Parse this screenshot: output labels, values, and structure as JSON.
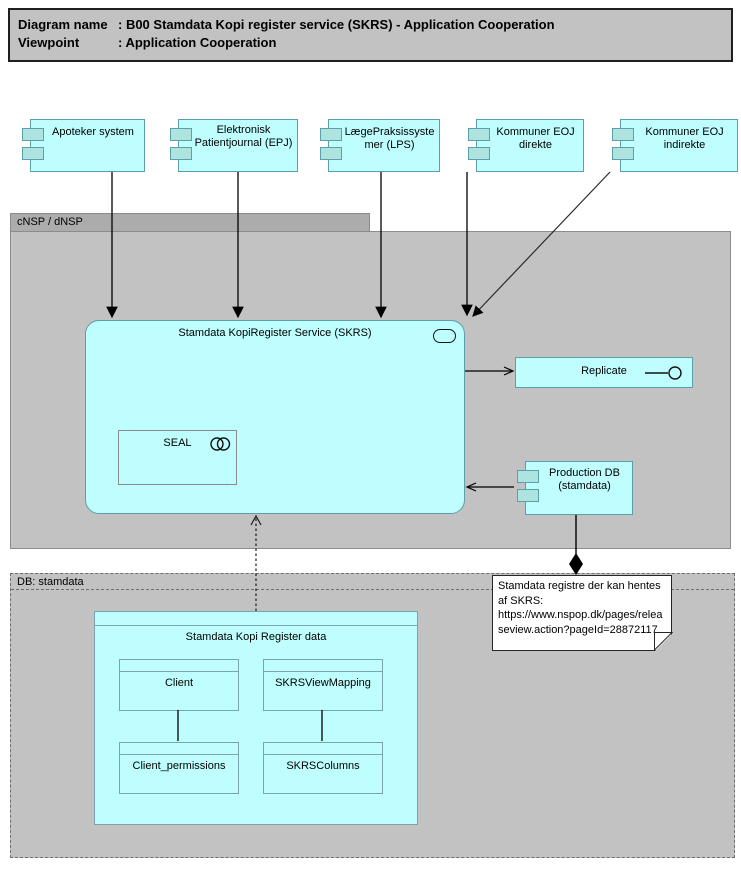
{
  "header": {
    "rows": [
      {
        "label": "Diagram name",
        "value": ": B00 Stamdata Kopi register service (SKRS) - Application Cooperation"
      },
      {
        "label": "Viewpoint",
        "value": ": Application Cooperation"
      }
    ]
  },
  "components": [
    {
      "label": "Apoteker system"
    },
    {
      "label": "Elektronisk Patientjournal (EPJ)"
    },
    {
      "label": "LægePraksissystemer (LPS)"
    },
    {
      "label": "Kommuner EOJ direkte"
    },
    {
      "label": "Kommuner EOJ indirekte"
    }
  ],
  "groups": {
    "cnsp": {
      "label": "cNSP / dNSP"
    },
    "db": {
      "label": "DB: stamdata"
    }
  },
  "service": {
    "label": "Stamdata KopiRegister Service (SKRS)"
  },
  "seal": {
    "label": "SEAL"
  },
  "replicate": {
    "label": "Replicate"
  },
  "production_db": {
    "label": "Production DB (stamdata)"
  },
  "note": {
    "text": "Stamdata registre der kan hentes af SKRS: https://www.nspop.dk/pages/releaseview.action?pageId=28872117"
  },
  "data_store": {
    "title": "Stamdata Kopi Register data",
    "tables": [
      {
        "label": "Client"
      },
      {
        "label": "SKRSViewMapping"
      },
      {
        "label": "Client_permissions"
      },
      {
        "label": "SKRSColumns"
      }
    ]
  },
  "colors": {
    "element_fill": "#bffefe",
    "element_border": "#5c9fab",
    "component_tab_fill": "#aee4df",
    "group_tab_fill": "#acacac",
    "group_body_fill": "#c2c2c2",
    "header_fill": "#c2c2c2",
    "note_fill": "#ffffff",
    "connector": "#000000"
  }
}
